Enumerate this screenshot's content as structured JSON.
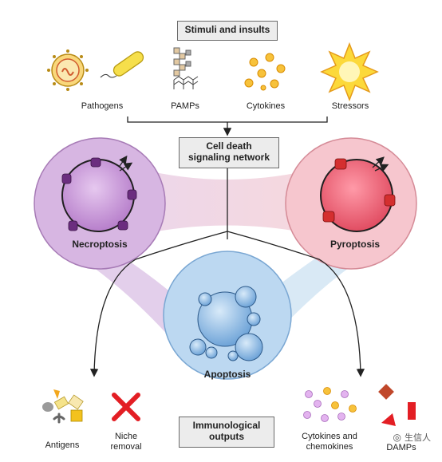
{
  "boxes": {
    "stimuli": "Stimuli and insults",
    "network_line1": "Cell death",
    "network_line2": "signaling network",
    "outputs_line1": "Immunological",
    "outputs_line2": "outputs"
  },
  "stimuli": {
    "pathogens": "Pathogens",
    "pamps": "PAMPs",
    "cytokines": "Cytokines",
    "stressors": "Stressors"
  },
  "cell_death": {
    "necroptosis": "Necroptosis",
    "pyroptosis": "Pyroptosis",
    "apoptosis": "Apoptosis"
  },
  "outputs": {
    "antigens": "Antigens",
    "niche_line1": "Niche",
    "niche_line2": "removal",
    "cytokines_line1": "Cytokines and",
    "cytokines_line2": "chemokines",
    "damps": "DAMPs"
  },
  "watermark": "生信人",
  "colors": {
    "necroptosis": "#c9a2d6",
    "pyroptosis": "#f4b8c1",
    "apoptosis": "#9ec6ec",
    "mlkl": "#6b2d7f",
    "gsdmd": "#d42f2f",
    "cytokine_dot": "#f7c23b",
    "stressor": "#f7d42a",
    "arrow": "#222222"
  }
}
